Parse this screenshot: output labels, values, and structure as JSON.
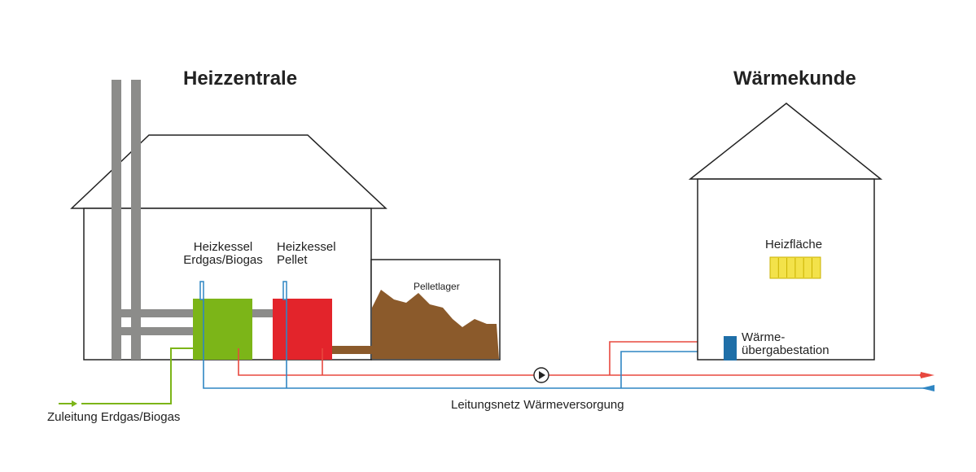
{
  "titles": {
    "plant": "Heizzentrale",
    "customer": "Wärmekunde"
  },
  "labels": {
    "boiler_gas": [
      "Heizkessel",
      "Erdgas/Biogas"
    ],
    "boiler_pellet": [
      "Heizkessel",
      "Pellet"
    ],
    "pellet_storage": "Pelletlager",
    "radiator": "Heizfläche",
    "transfer_station": [
      "Wärme-",
      "übergabestation"
    ],
    "network": "Leitungsnetz Wärmeversorgung",
    "gas_supply": "Zuleitung Erdgas/Biogas"
  },
  "colors": {
    "outline": "#222222",
    "chimney": "#8c8c8a",
    "gas_boiler": "#7cb518",
    "pellet_boiler": "#e3242b",
    "pellets": "#8b5a2b",
    "supply_pipe": "#e8483f",
    "return_pipe": "#2f86c3",
    "gas_pipe": "#7cb518",
    "radiator": "#f3e24a",
    "station": "#1f6fa8"
  }
}
